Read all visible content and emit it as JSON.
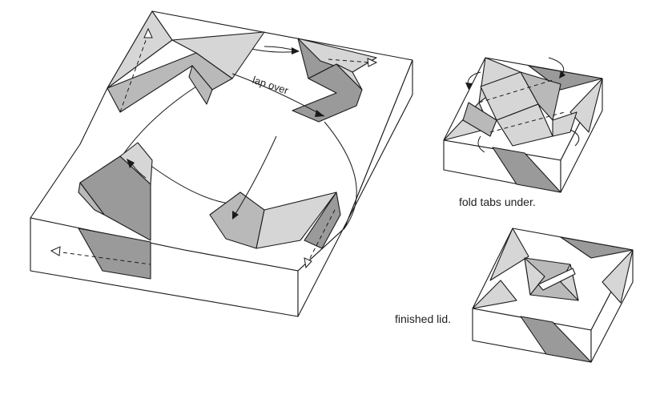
{
  "labels": {
    "lap_over": "lap over",
    "fold_tabs_under": "fold tabs under.",
    "finished_lid": "finished lid."
  },
  "colors": {
    "outline": "#1a1a1a",
    "paper_white": "#ffffff",
    "paper_light": "#d6d6d6",
    "paper_mid": "#b9b9b9",
    "paper_dark": "#9a9a9a"
  }
}
